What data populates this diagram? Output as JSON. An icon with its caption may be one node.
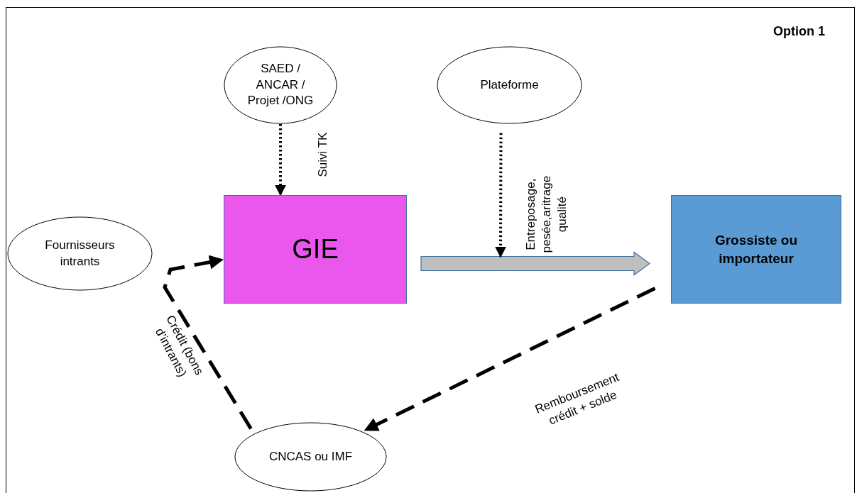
{
  "diagram": {
    "title": "Option 1",
    "nodes": [
      {
        "text": [
          "SAED / ANCAR / Projet /ONG"
        ]
      },
      {
        "text": [
          "Plateforme"
        ]
      },
      {
        "text": [
          "Fournisseurs intrants"
        ]
      },
      {
        "text": [
          "GIE"
        ]
      },
      {
        "text": [
          "Grossiste ou importateur"
        ]
      },
      {
        "text": [
          "CNCAS ou IMF"
        ]
      }
    ],
    "edges": [
      {
        "from": 0,
        "to": 3,
        "arrow": "to",
        "label": "Suivi TK",
        "style": "dashed"
      },
      {
        "from": 3,
        "to": 4,
        "arrow": "to",
        "style": "thick",
        "color": "#bfbfbf"
      },
      {
        "from": 1,
        "to": null,
        "arrow": "to",
        "label": "Entreposage, pesée,aritrage qualité",
        "style": "dashed"
      },
      {
        "from": 5,
        "to": 3,
        "arrow": "to",
        "label": "Crédit (bons d’intrants)",
        "style": "dashed"
      },
      {
        "from": 4,
        "to": 5,
        "arrow": "to",
        "label": "Remboursement crédit + solde",
        "style": "dashed"
      }
    ]
  }
}
